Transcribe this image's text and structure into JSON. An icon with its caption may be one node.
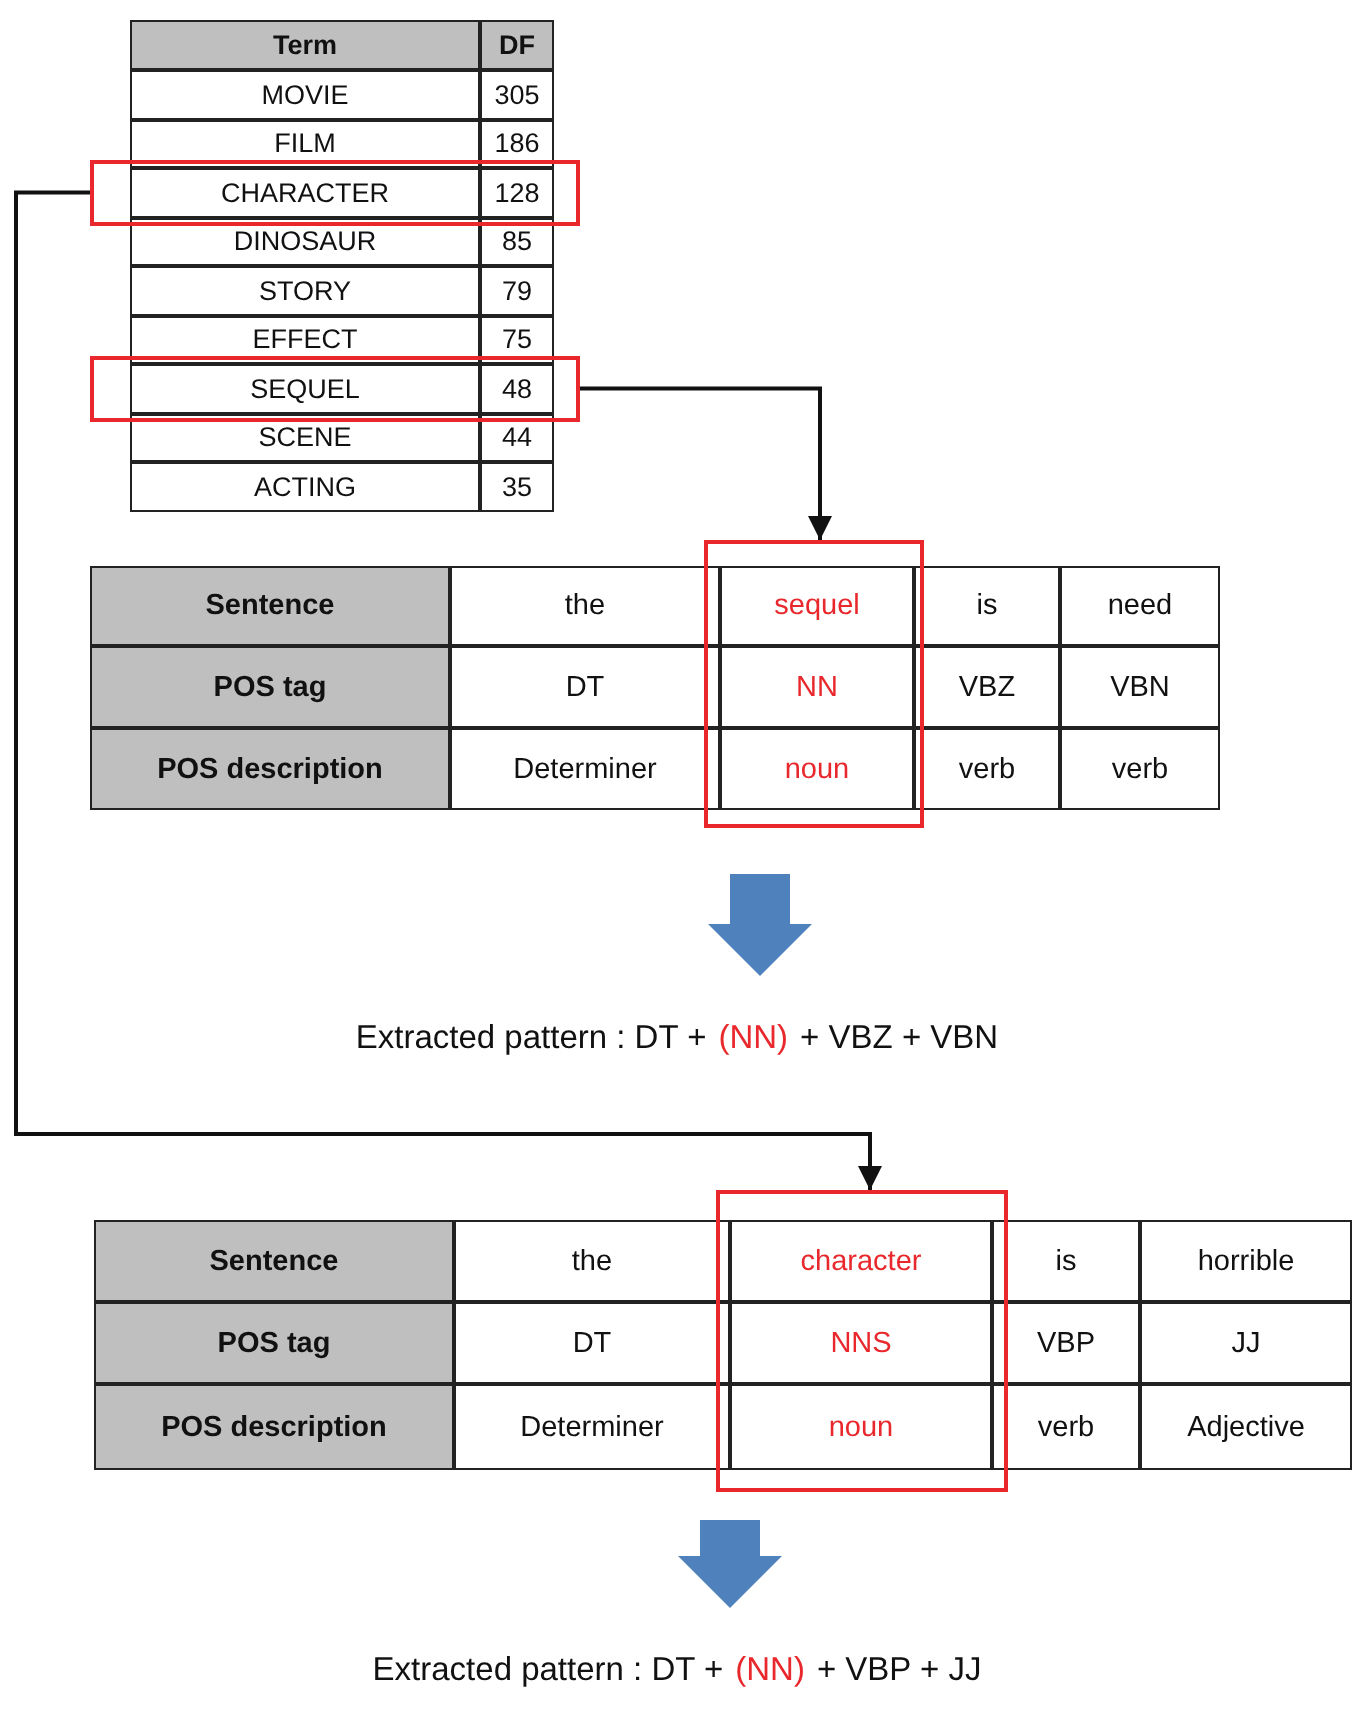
{
  "diagram": {
    "nodes": [
      {
        "text": [
          "CHARACTER",
          "128"
        ]
      },
      {
        "text": [
          "SEQUEL",
          "48"
        ]
      },
      {
        "text": [
          "sequel",
          "NN",
          "noun"
        ]
      },
      {
        "text": [
          "Extracted pattern : DT +",
          "(NN)",
          "+ VBZ + VBN"
        ]
      },
      {
        "text": [
          "character",
          "NNS",
          "noun"
        ]
      },
      {
        "text": [
          "Extracted pattern : DT +",
          "(NN)",
          "+ VBP + JJ"
        ]
      }
    ],
    "edges": [
      {
        "from": 1,
        "to": 2,
        "arrow": "to"
      },
      {
        "from": null,
        "to": 3,
        "arrow": "to",
        "style": "thick",
        "color": "#4f81bd"
      },
      {
        "from": 0,
        "to": 4,
        "arrow": "to"
      },
      {
        "from": null,
        "to": 5,
        "arrow": "to",
        "style": "thick",
        "color": "#4f81bd"
      }
    ],
    "labels": [
      "Term",
      "DF",
      "MOVIE",
      "305",
      "FILM",
      "186",
      "DINOSAUR",
      "85",
      "STORY",
      "79",
      "EFFECT",
      "75",
      "SCENE",
      "44",
      "ACTING",
      "35",
      "Sentence",
      "the",
      "is",
      "need",
      "POS tag",
      "DT",
      "VBZ",
      "VBN",
      "POS description",
      "Determiner",
      "verb",
      "verb",
      "Sentence",
      "the",
      "is",
      "horrible",
      "POS tag",
      "DT",
      "VBP",
      "JJ",
      "POS description",
      "Determiner",
      "verb",
      "Adjective"
    ]
  }
}
